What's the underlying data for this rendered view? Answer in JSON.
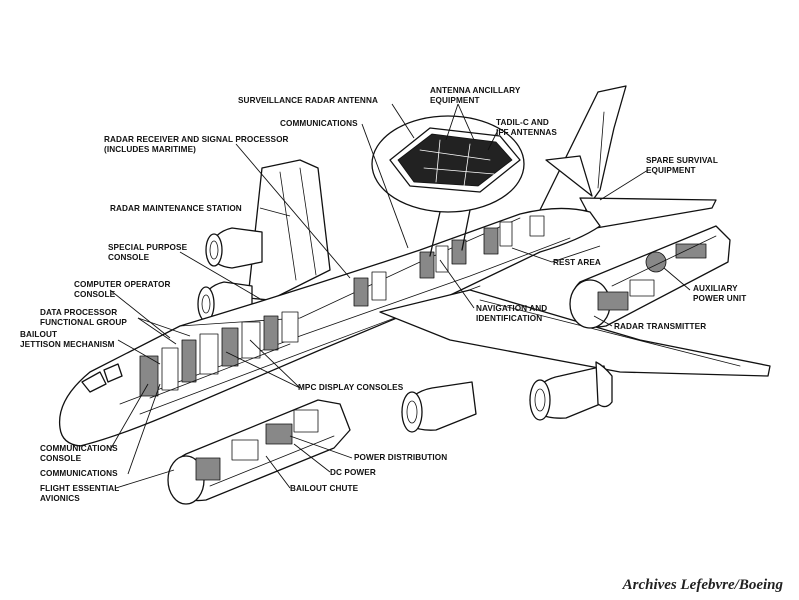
{
  "labels": {
    "surveillance_radar_antenna": "SURVEILLANCE RADAR ANTENNA",
    "antenna_ancillary_equipment": "ANTENNA ANCILLARY\nEQUIPMENT",
    "tadil_iff_antennas": "TADIL-C AND\nIFF ANTENNAS",
    "communications_top": "COMMUNICATIONS",
    "radar_receiver": "RADAR RECEIVER AND SIGNAL PROCESSOR\n(INCLUDES MARITIME)",
    "spare_survival": "SPARE SURVIVAL\nEQUIPMENT",
    "radar_maintenance": "RADAR MAINTENANCE STATION",
    "special_purpose_console": "SPECIAL PURPOSE\nCONSOLE",
    "rest_area": "REST AREA",
    "computer_operator_console": "COMPUTER OPERATOR\nCONSOLE",
    "auxiliary_power_unit": "AUXILIARY\nPOWER UNIT",
    "data_processor": "DATA PROCESSOR\nFUNCTIONAL GROUP",
    "navigation_identification": "NAVIGATION AND\nIDENTIFICATION",
    "bailout_jettison": "BAILOUT\nJETTISON MECHANISM",
    "radar_transmitter": "RADAR TRANSMITTER",
    "mpc_display_consoles": "MPC DISPLAY CONSOLES",
    "communications_console": "COMMUNICATIONS\nCONSOLE",
    "power_distribution": "POWER DISTRIBUTION",
    "communications_bottom": "COMMUNICATIONS",
    "dc_power": "DC POWER",
    "flight_essential_avionics": "FLIGHT ESSENTIAL\nAVIONICS",
    "bailout_chute": "BAILOUT CHUTE"
  },
  "credit": "Archives Lefebvre/Boeing"
}
